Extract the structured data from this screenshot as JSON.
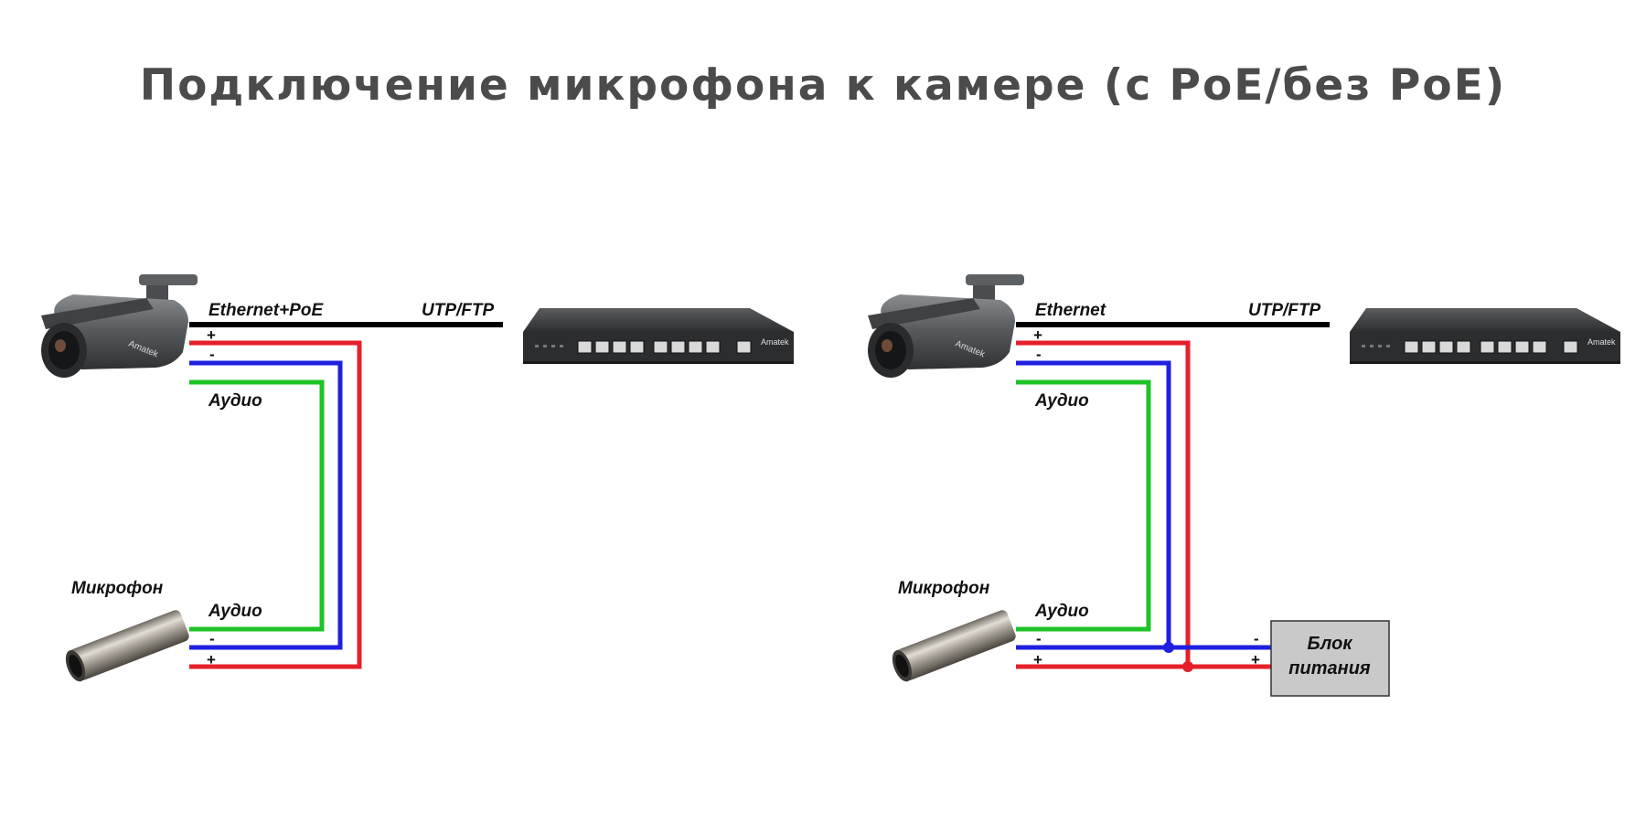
{
  "title": "Подключение микрофона к камере (с PoE/без PoE)",
  "colors": {
    "red": "#e5202a",
    "blue": "#1f1fe0",
    "green": "#1fc227",
    "black": "#000000",
    "psu_fill": "#c9c9c9"
  },
  "left": {
    "eth_label": "Ethernet+PoE",
    "utp_label": "UTP/FTP",
    "plus": "+",
    "minus": "-",
    "audio_top": "Аудио",
    "mic_label": "Микрофон",
    "audio_bottom": "Аудио",
    "mic_minus": "-",
    "mic_plus": "+",
    "camera_brand": "Amatek",
    "switch_brand": "Amatek"
  },
  "right": {
    "eth_label": "Ethernet",
    "utp_label": "UTP/FTP",
    "plus": "+",
    "minus": "-",
    "audio_top": "Аудио",
    "mic_label": "Микрофон",
    "audio_bottom": "Аудио",
    "mic_minus": "-",
    "mic_plus": "+",
    "psu_minus": "-",
    "psu_plus": "+",
    "psu_line1": "Блок",
    "psu_line2": "питания",
    "camera_brand": "Amatek",
    "switch_brand": "Amatek"
  }
}
